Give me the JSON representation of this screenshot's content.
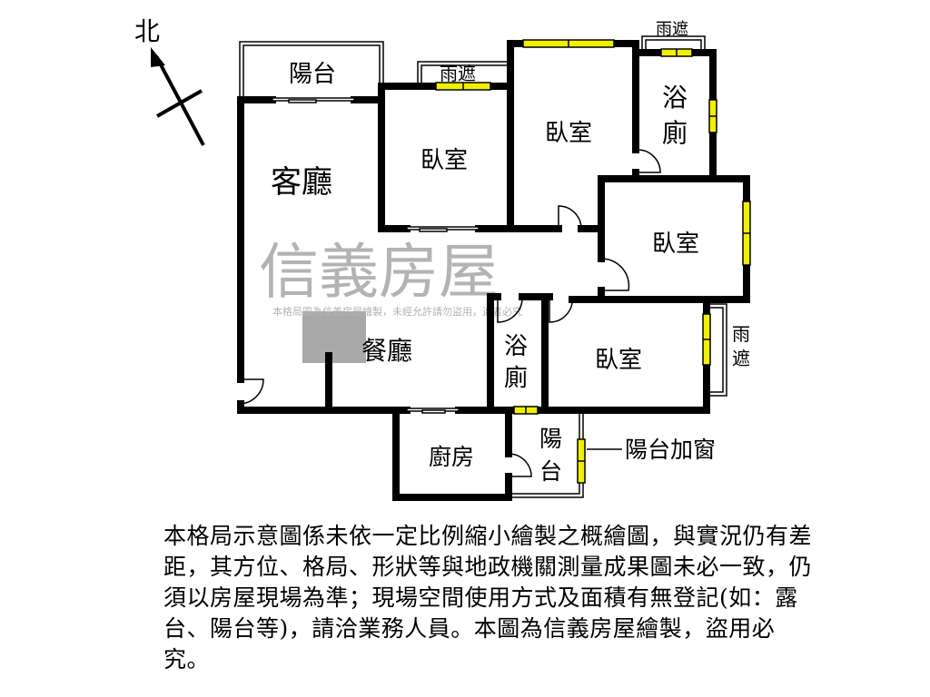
{
  "compass": {
    "label": "北"
  },
  "rooms": {
    "balcony_top": "陽台",
    "living": "客廳",
    "bedroom_1": "臥室",
    "bedroom_2": "臥室",
    "bedroom_3": "臥室",
    "bedroom_4": "臥室",
    "bath_1": [
      "浴",
      "廁"
    ],
    "bath_2": [
      "浴",
      "廁"
    ],
    "dining": "餐廳",
    "kitchen": "廚房",
    "balcony_bottom": [
      "陽",
      "台"
    ],
    "awning_1": "雨遮",
    "awning_2": "雨遮",
    "awning_3": [
      "雨",
      "遮"
    ],
    "balcony_window_callout": "陽台加窗"
  },
  "watermark": {
    "brand": "信義房屋",
    "line": "本格局圖為信義房屋繪製，未經允許請勿盜用，違者必究"
  },
  "colors": {
    "wall": "#000000",
    "window": "#f0f000"
  },
  "disclaimer": "本格局示意圖係未依一定比例縮小繪製之概繪圖，與實況仍有差距，其方位、格局、形狀等與地政機關測量成果圖未必一致，仍須以房屋現場為準；現場空間使用方式及面積有無登記(如：露台、陽台等)，請洽業務人員。本圖為信義房屋繪製，盜用必究。"
}
